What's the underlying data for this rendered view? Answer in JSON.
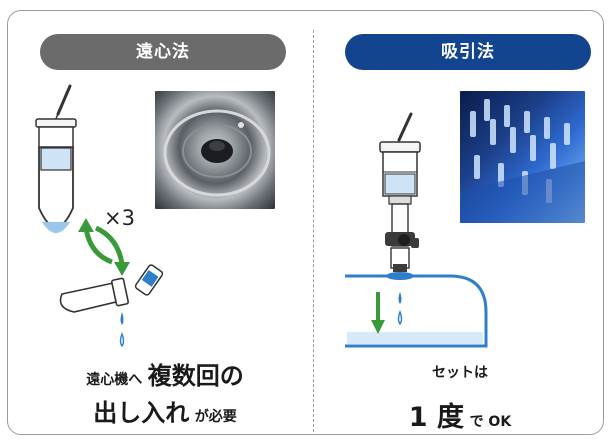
{
  "left_panel": {
    "title": "遠心法",
    "repeat_label": "×3",
    "caption_line1_small": "遠心機へ",
    "caption_line1_big": "複数回の",
    "caption_line2_big": "出し入れ",
    "caption_line2_small": "が必要"
  },
  "right_panel": {
    "title": "吸引法",
    "caption_line1": "セットは",
    "caption_line2_big": "1 度",
    "caption_line2_small": "で OK"
  },
  "colors": {
    "left_pill": "#6b6b6b",
    "right_pill": "#13448f",
    "arrow_green": "#3a9a3a",
    "drop_blue": "#2f7fc8",
    "text_dark": "#1a1a1a"
  },
  "icons": [
    "pipette-icon",
    "spin-column-tube-icon",
    "cycle-arrows-icon",
    "collection-tube-icon",
    "droplet-icon",
    "vacuum-column-icon",
    "stopcock-icon",
    "manifold-chamber-icon",
    "down-arrow-icon"
  ]
}
